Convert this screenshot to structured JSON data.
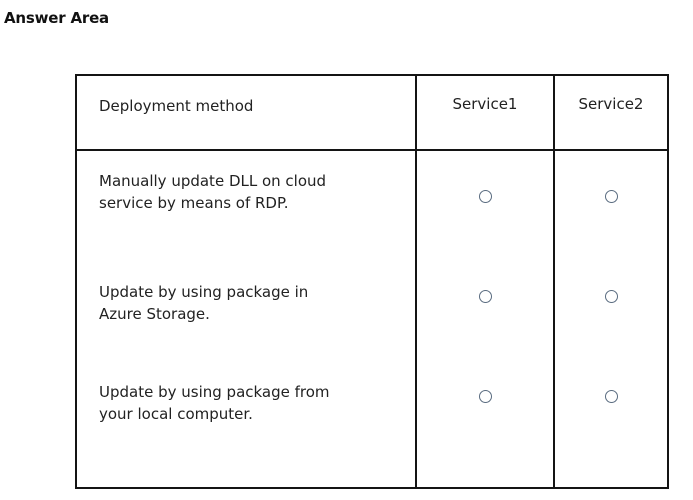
{
  "title": "Answer Area",
  "table": {
    "header": {
      "method": "Deployment method",
      "service1": "Service1",
      "service2": "Service2"
    },
    "rows": [
      {
        "line1": "Manually update DLL on cloud",
        "line2": "service by means of RDP.",
        "service1_selected": false,
        "service2_selected": false
      },
      {
        "line1": "Update by using package in",
        "line2": "Azure Storage.",
        "service1_selected": false,
        "service2_selected": false
      },
      {
        "line1": "Update by using package from",
        "line2": "your local computer.",
        "service1_selected": false,
        "service2_selected": false
      }
    ]
  }
}
